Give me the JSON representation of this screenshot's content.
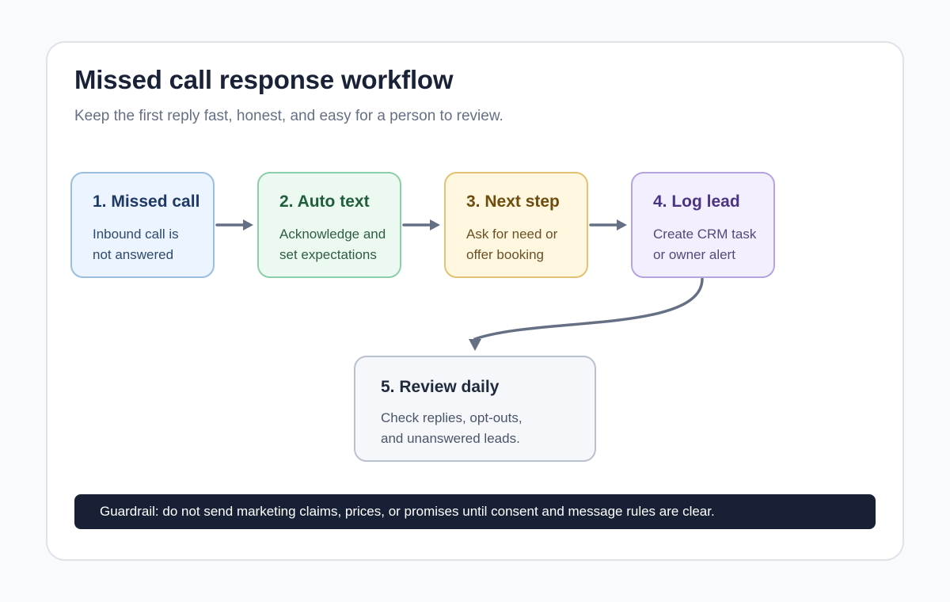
{
  "title": "Missed call response workflow",
  "subtitle": "Keep the first reply fast, honest, and easy for a person to review.",
  "steps": [
    {
      "title": "1. Missed call",
      "line1": "Inbound call is",
      "line2": "not answered"
    },
    {
      "title": "2. Auto text",
      "line1": "Acknowledge and",
      "line2": "set expectations"
    },
    {
      "title": "3. Next step",
      "line1": "Ask for need or",
      "line2": "offer booking"
    },
    {
      "title": "4. Log lead",
      "line1": "Create CRM task",
      "line2": "or owner alert"
    },
    {
      "title": "5. Review daily",
      "line1": "Check replies, opt-outs,",
      "line2": "and unanswered leads."
    }
  ],
  "guardrail": "Guardrail: do not send marketing claims, prices, or promises until consent and message rules are clear.",
  "colors": {
    "step1": "#ebf4ff",
    "step2": "#ecf9f1",
    "step3": "#fff7e0",
    "step4": "#f4efff",
    "step5": "#f5f7fa",
    "connector": "#667085",
    "guardrail": "#172034"
  }
}
